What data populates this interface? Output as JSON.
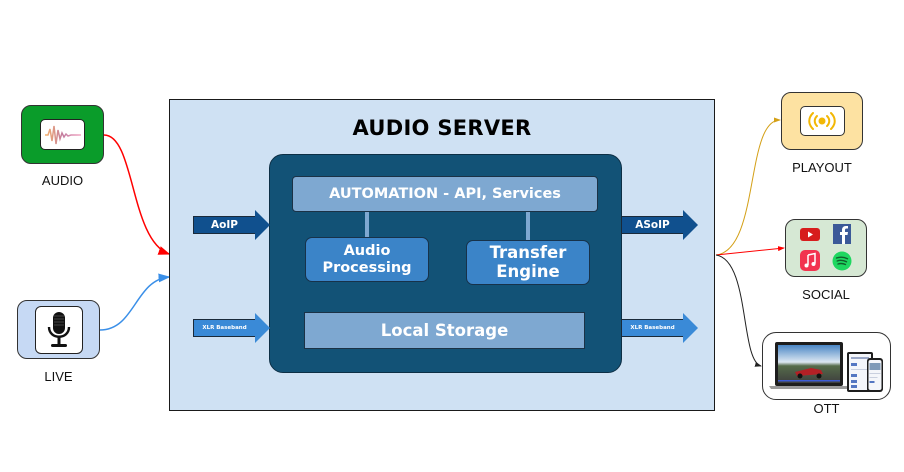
{
  "diagram": {
    "title": "AUDIO SERVER",
    "core": {
      "automation": "AUTOMATION - API, Services",
      "modules": [
        {
          "line1": "Audio",
          "line2": "Processing"
        },
        {
          "line1": "Transfer",
          "line2": "Engine"
        }
      ],
      "storage": "Local Storage"
    },
    "interfaces": {
      "input_ip": "AoIP",
      "output_ip": "ASoIP",
      "input_baseband": "XLR Baseband",
      "output_baseband": "XLR Baseband"
    },
    "sources": [
      {
        "label": "AUDIO",
        "icon": "waveform-icon",
        "connector_color": "#ff0000"
      },
      {
        "label": "LIVE",
        "icon": "microphone-icon",
        "connector_color": "#3a8fe8"
      }
    ],
    "destinations": [
      {
        "label": "PLAYOUT",
        "icon": "broadcast-icon",
        "connector_color": "#d4a017"
      },
      {
        "label": "SOCIAL",
        "icons": [
          "youtube-icon",
          "facebook-icon",
          "apple-music-icon",
          "spotify-icon"
        ],
        "connector_color": "#ff0000"
      },
      {
        "label": "OTT",
        "icon": "devices-icon",
        "connector_color": "#222222"
      }
    ],
    "colors": {
      "panel_bg": "#cfe1f3",
      "core_bg": "#125276",
      "light_block": "#7ea8d1",
      "module_block": "#3b84c8",
      "arrow_dark": "#10508e",
      "arrow_light": "#3a8ad7"
    }
  }
}
